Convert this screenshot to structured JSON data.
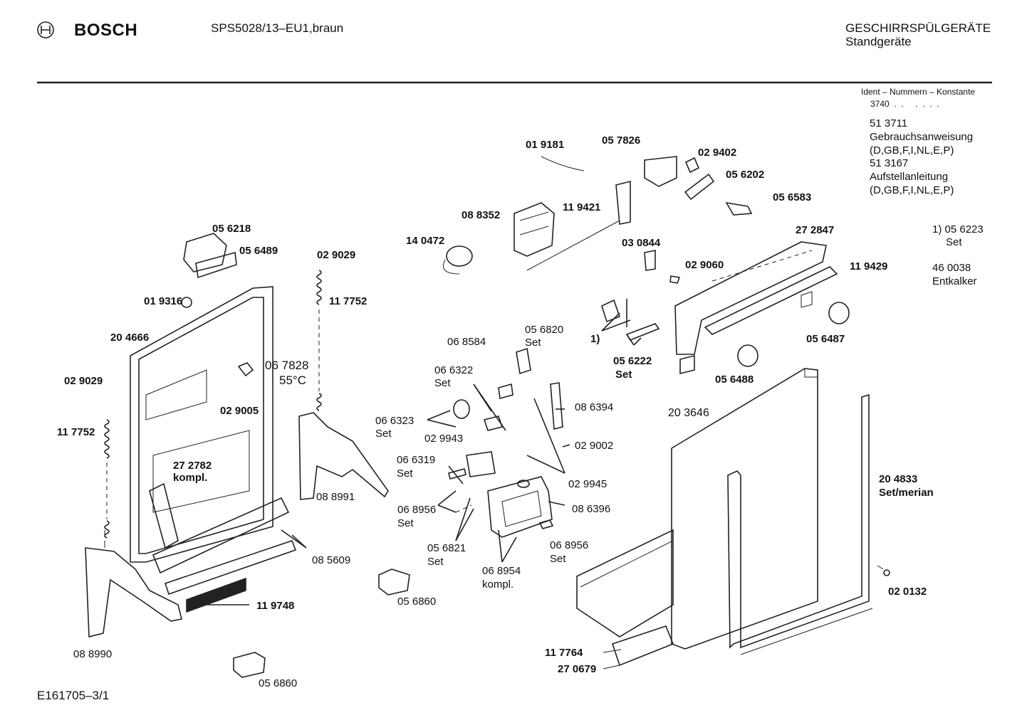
{
  "header": {
    "brand": "BOSCH",
    "model": "SPS5028/13–EU1,braun",
    "category_line1": "GESCHIRRSPÜLGERÄTE",
    "category_line2": "Standgeräte"
  },
  "ident": {
    "title": "Ident – Nummern – Konstante",
    "value": "3740  .  .     .  .  .  ."
  },
  "documents": [
    {
      "number": "51 3711",
      "name": "Gebrauchsanweisung",
      "languages": "(D,GB,F,I,NL,E,P)"
    },
    {
      "number": "51 3167",
      "name": "Aufstellanleitung",
      "languages": "(D,GB,F,I,NL,E,P)"
    }
  ],
  "notes": {
    "footnote_number": "1) 05 6223",
    "footnote_set": "Set",
    "decalcifier_number": "46 0038",
    "decalcifier_name": "Entkalker"
  },
  "parts": {
    "p019181": "01 9181",
    "p057826": "05 7826",
    "p029402": "02 9402",
    "p056202": "05 6202",
    "p056583": "05 6583",
    "p088352": "08 8352",
    "p119421": "11 9421",
    "p140472": "14 0472",
    "p030844": "03 0844",
    "p029060": "02 9060",
    "p272847": "27 2847",
    "p119429": "11 9429",
    "p056218": "05 6218",
    "p056489": "05 6489",
    "p029029_top": "02 9029",
    "p019316": "01 9316",
    "p117752_top": "11 7752",
    "p204666": "20 4666",
    "p067828": "06 7828",
    "p067828_temp": "55°C",
    "p029029_left": "02 9029",
    "p029005": "02 9005",
    "p117752_left": "11 7752",
    "p272782": "27 2782",
    "p272782_note": "kompl.",
    "p088991": "08 8991",
    "p085609": "08 5609",
    "p119748": "11 9748",
    "p088990": "08 8990",
    "p056860_a": "05 6860",
    "p056860_b": "05 6860",
    "p068584": "06 8584",
    "p056820": "05 6820",
    "p056820_set": "Set",
    "p066322": "06 6322",
    "p066322_set": "Set",
    "p066323": "06 6323",
    "p066323_set": "Set",
    "p029943": "02 9943",
    "p066319": "06 6319",
    "p066319_set": "Set",
    "p068956_a": "06 8956",
    "p068956_a_set": "Set",
    "p056821": "05 6821",
    "p056821_set": "Set",
    "p068954": "06 8954",
    "p068954_note": "kompl.",
    "p068956_b": "06 8956",
    "p068956_b_set": "Set",
    "p086396": "08 6396",
    "p029945": "02 9945",
    "p029002": "02 9002",
    "p086394": "08 6394",
    "p056222": "05 6222",
    "p056222_set": "Set",
    "footnote_marker": "1)",
    "p056487": "05 6487",
    "p056488": "05 6488",
    "p203646": "20 3646",
    "p204833": "20 4833",
    "p204833_note": "Set/merian",
    "p020132": "02 0132",
    "p117764": "11 7764",
    "p270679": "27 0679"
  },
  "footer": {
    "drawing_id": "E161705–3/1"
  }
}
